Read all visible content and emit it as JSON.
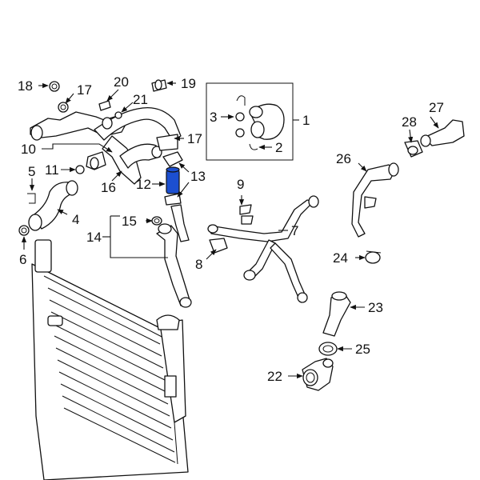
{
  "callouts": {
    "c1": "1",
    "c2": "2",
    "c3": "3",
    "c4": "4",
    "c5": "5",
    "c6": "6",
    "c7": "7",
    "c8": "8",
    "c9": "9",
    "c10": "10",
    "c11": "11",
    "c12": "12",
    "c13": "13",
    "c14": "14",
    "c15": "15",
    "c16": "16",
    "c17a": "17",
    "c17b": "17",
    "c18": "18",
    "c19": "19",
    "c20": "20",
    "c21": "21",
    "c22": "22",
    "c23": "23",
    "c24": "24",
    "c25": "25",
    "c26": "26",
    "c27": "27",
    "c28": "28"
  },
  "highlight_color": "#1c4fd0"
}
